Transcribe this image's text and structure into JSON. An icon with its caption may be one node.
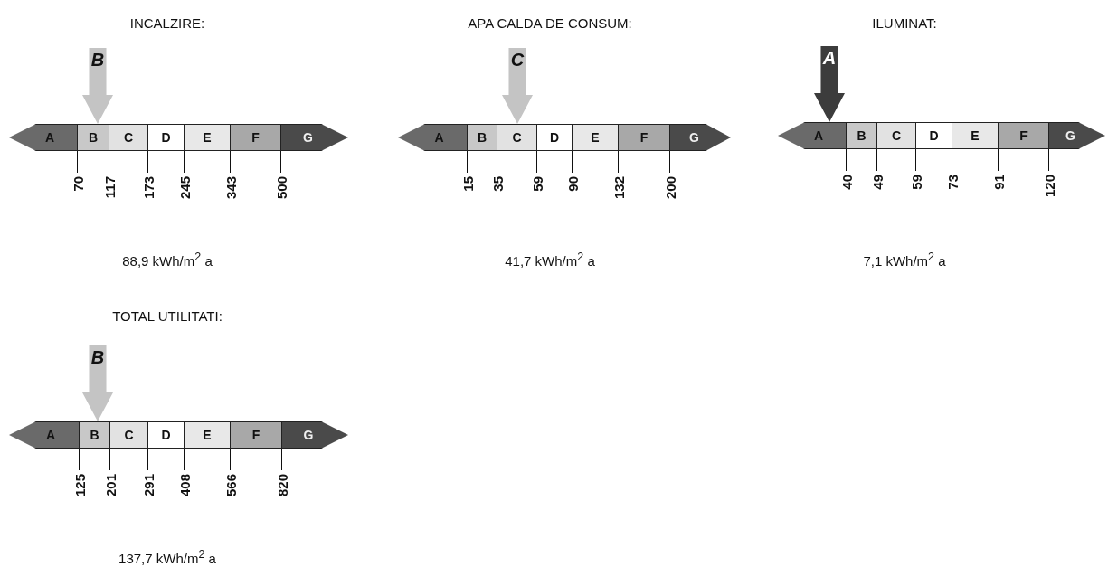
{
  "diagram": {
    "nodes": [
      {
        "text": [
          "B"
        ]
      },
      {
        "text": [
          "A"
        ]
      },
      {
        "text": [
          "B"
        ]
      },
      {
        "text": [
          "C"
        ]
      },
      {
        "text": [
          "D"
        ]
      },
      {
        "text": [
          "E"
        ]
      },
      {
        "text": [
          "F"
        ]
      },
      {
        "text": [
          "G"
        ]
      },
      {
        "text": [
          "C"
        ]
      },
      {
        "text": [
          "A"
        ]
      },
      {
        "text": [
          "B"
        ]
      },
      {
        "text": [
          "C"
        ]
      },
      {
        "text": [
          "D"
        ]
      },
      {
        "text": [
          "E"
        ]
      },
      {
        "text": [
          "F"
        ]
      },
      {
        "text": [
          "G"
        ]
      },
      {
        "text": [
          "A"
        ]
      },
      {
        "text": [
          "A"
        ]
      },
      {
        "text": [
          "B"
        ]
      },
      {
        "text": [
          "C"
        ]
      },
      {
        "text": [
          "D"
        ]
      },
      {
        "text": [
          "E"
        ]
      },
      {
        "text": [
          "F"
        ]
      },
      {
        "text": [
          "G"
        ]
      },
      {
        "text": [
          "B"
        ]
      },
      {
        "text": [
          "A"
        ]
      },
      {
        "text": [
          "B"
        ]
      },
      {
        "text": [
          "C"
        ]
      },
      {
        "text": [
          "D"
        ]
      },
      {
        "text": [
          "E"
        ]
      },
      {
        "text": [
          "F"
        ]
      },
      {
        "text": [
          "G"
        ]
      }
    ],
    "labels": [
      "INCALZIRE:",
      "APA CALDA DE CONSUM:",
      "ILUMINAT:",
      "70",
      "117",
      "173",
      "245",
      "343",
      "500",
      "15",
      "35",
      "59",
      "90",
      "132",
      "200",
      "40",
      "49",
      "59",
      "73",
      "91",
      "120",
      "88,9 kWh/m$^{2}$ a",
      "41,7 kWh/m$^{2}$ a",
      "7,1 kWh/m$^{2}$ a",
      "TOTAL UTILITATI:",
      "125",
      "201",
      "291",
      "408",
      "566",
      "820",
      "137,7 kWh/m$^{2}$ a"
    ]
  }
}
